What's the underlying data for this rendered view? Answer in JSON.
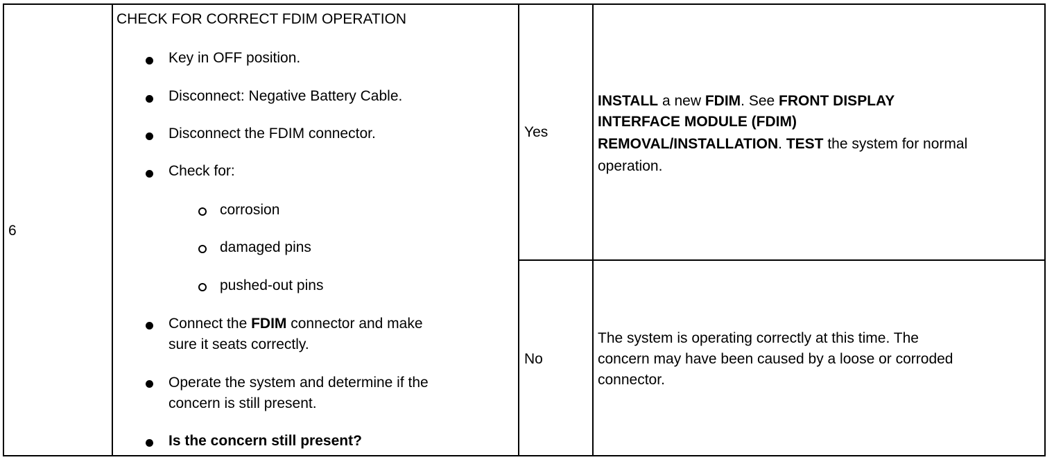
{
  "step": {
    "number": "6",
    "title": "CHECK FOR CORRECT FDIM OPERATION",
    "actions": [
      "Key in OFF position.",
      "Disconnect: Negative Battery Cable.",
      "Disconnect the FDIM connector.",
      "Check for:"
    ],
    "check_items": [
      "corrosion",
      "damaged pins",
      "pushed-out pins"
    ],
    "connect": {
      "pre": "Connect the ",
      "bold": "FDIM",
      "post": " connector and make",
      "line2": "sure it seats correctly."
    },
    "operate": {
      "line1": "Operate the system and determine if the",
      "line2": "concern is still present."
    },
    "question": "Is the concern still present?"
  },
  "results": {
    "yes": {
      "label": "Yes",
      "line1_b1": "INSTALL",
      "line1_t1": " a new ",
      "line1_b2": "FDIM",
      "line1_t2": ". See ",
      "line1_b3": "FRONT DISPLAY",
      "line2": "INTERFACE MODULE (FDIM)",
      "line3_b1": "REMOVAL/INSTALLATION",
      "line3_t1": ". ",
      "line3_b2": "TEST",
      "line3_t2": " the system for normal",
      "line4": "operation."
    },
    "no": {
      "label": "No",
      "line1": "The system is operating correctly at this time. The",
      "line2": "concern may have been caused by a loose or corroded",
      "line3": "connector."
    }
  }
}
